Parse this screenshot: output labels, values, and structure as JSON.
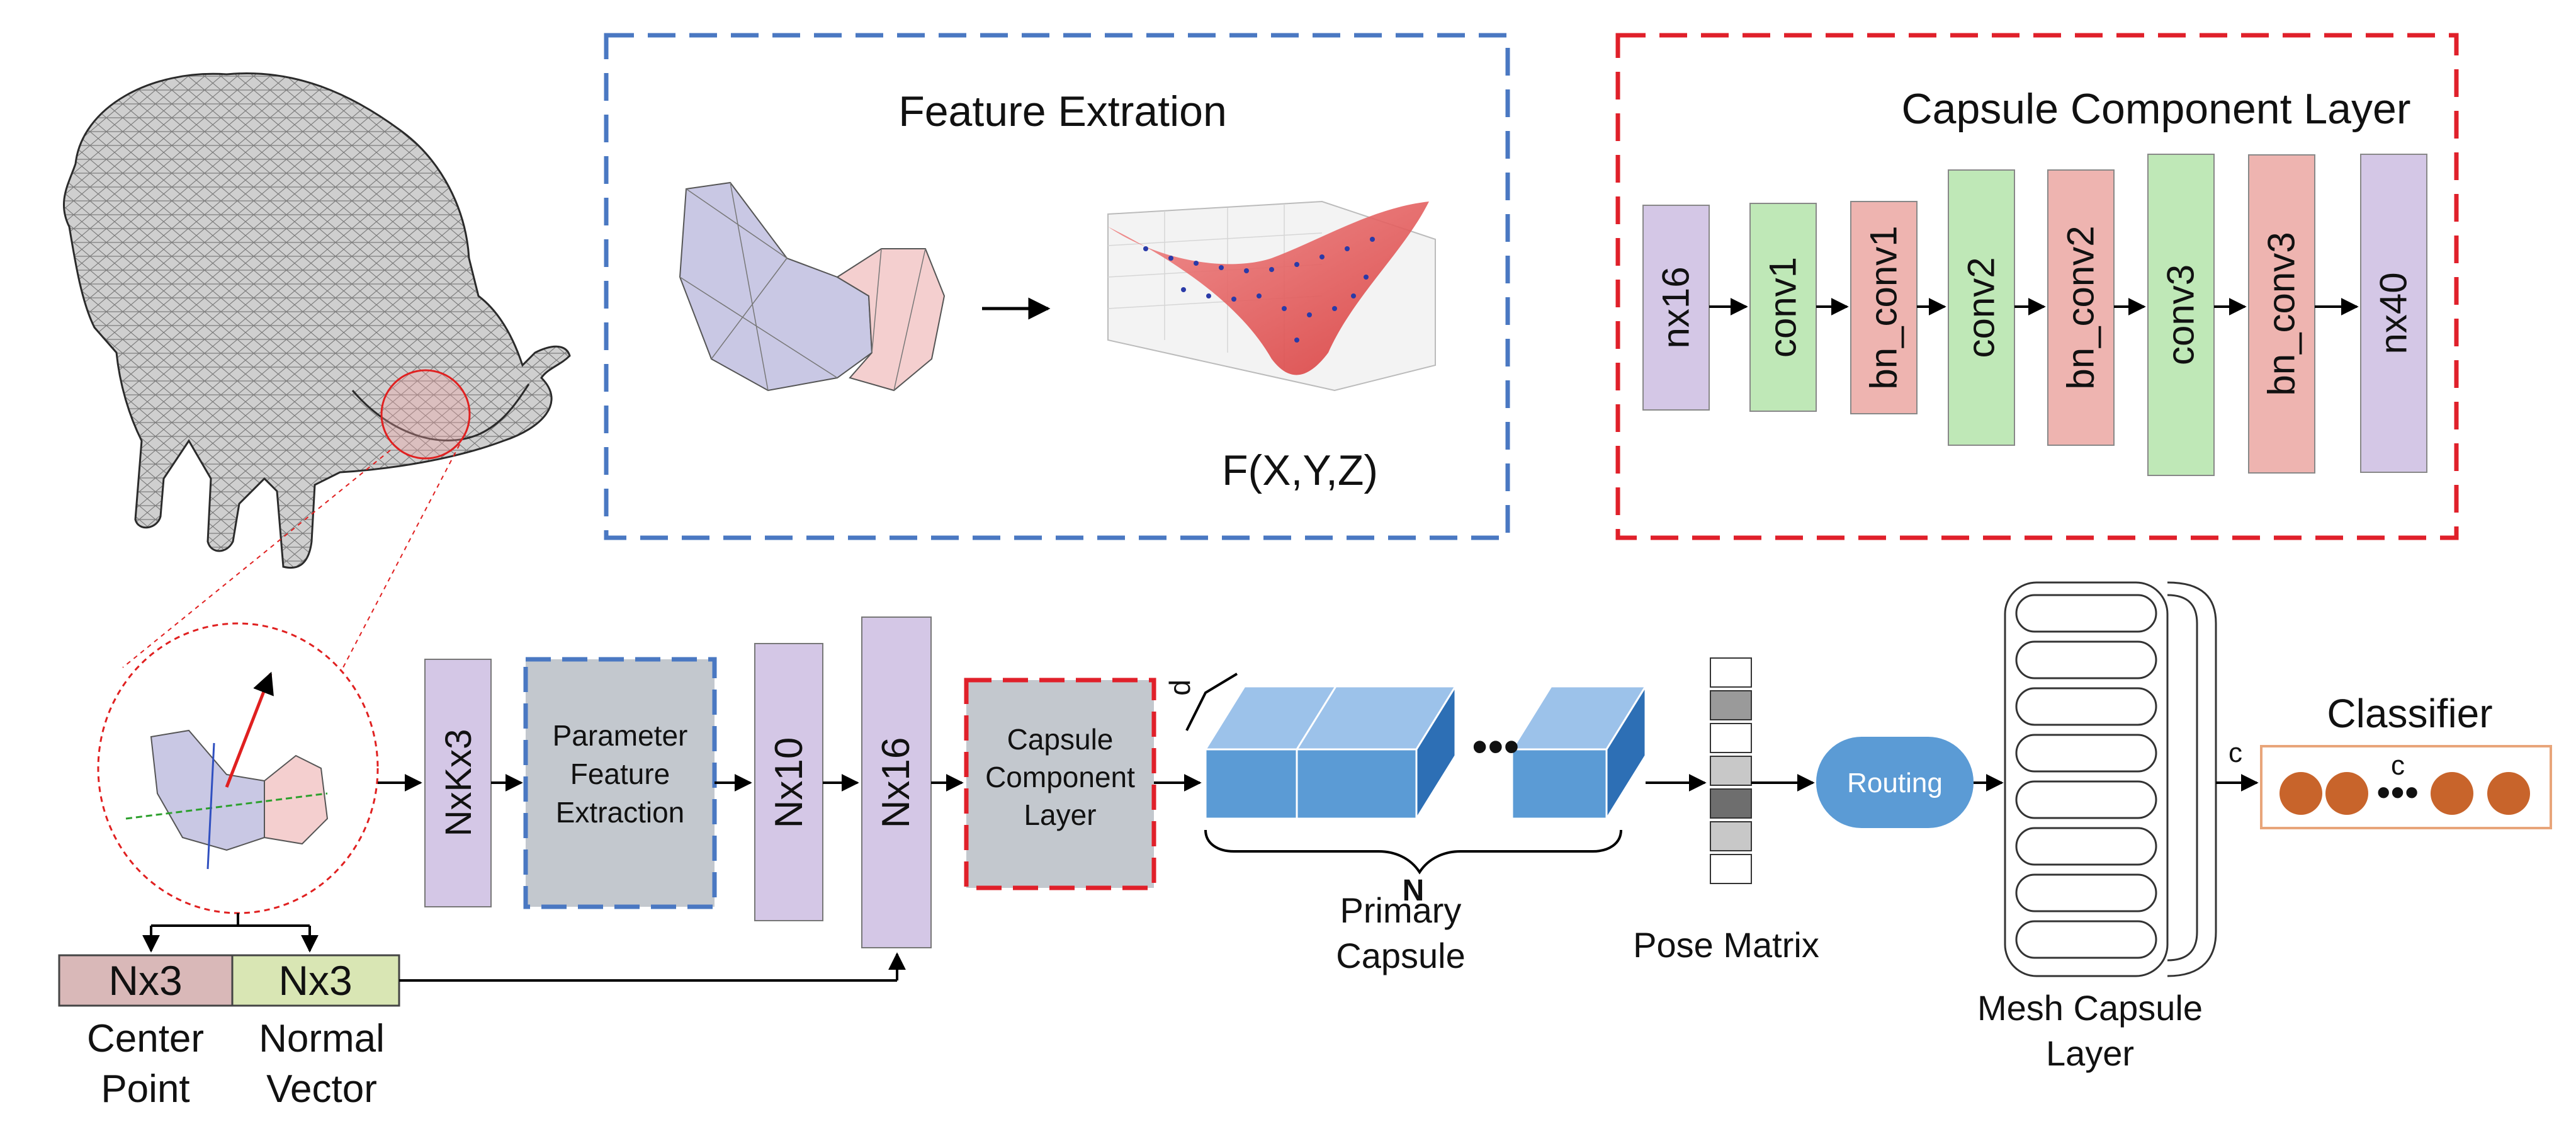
{
  "feature_panel": {
    "title": "Feature Extration",
    "function_label": "F(X,Y,Z)"
  },
  "capsule_panel": {
    "title": "Capsule Component Layer",
    "blocks": [
      {
        "label": "nx16",
        "color": "#d4c7e6"
      },
      {
        "label": "conv1",
        "color": "#bfe8b7"
      },
      {
        "label": "bn_conv1",
        "color": "#eeb4b0"
      },
      {
        "label": "conv2",
        "color": "#bfe8b7"
      },
      {
        "label": "bn_conv2",
        "color": "#eeb4b0"
      },
      {
        "label": "conv3",
        "color": "#bfe8b7"
      },
      {
        "label": "bn_conv3",
        "color": "#eeb4b0"
      },
      {
        "label": "nx40",
        "color": "#d4c7e6"
      }
    ]
  },
  "pipeline": {
    "nxkx3": "NxKx3",
    "param_extraction": [
      "Parameter",
      "Feature",
      "Extraction"
    ],
    "nx10": "Nx10",
    "nx16": "Nx16",
    "capsule_component": [
      "Capsule",
      "Component",
      "Layer"
    ],
    "depth_label": "d",
    "n_label": "N",
    "primary_capsule": [
      "Primary",
      "Capsule"
    ],
    "pose_matrix": "Pose Matrix",
    "routing": "Routing",
    "mesh_capsule": [
      "Mesh Capsule",
      "Layer"
    ],
    "classifier": "Classifier",
    "c_outer": "c",
    "c_inner": "c"
  },
  "inputs": {
    "center_box": "Nx3",
    "normal_box": "Nx3",
    "center_caption": [
      "Center",
      "Point"
    ],
    "normal_caption": [
      "Normal",
      "Vector"
    ]
  },
  "colors": {
    "blue_dash": "#4a78c2",
    "red_dash": "#e0202a",
    "lavender": "#d4c7e6",
    "green": "#bfe8b7",
    "salmon": "#eeb4b0",
    "gray_box": "#c3c8ce",
    "capsule_blue": "#5b9bd5",
    "routing_blue": "#5b9bd5",
    "classifier_dot": "#c8642b",
    "center_box": "#d9b8b8",
    "normal_box": "#d9e6b4"
  }
}
